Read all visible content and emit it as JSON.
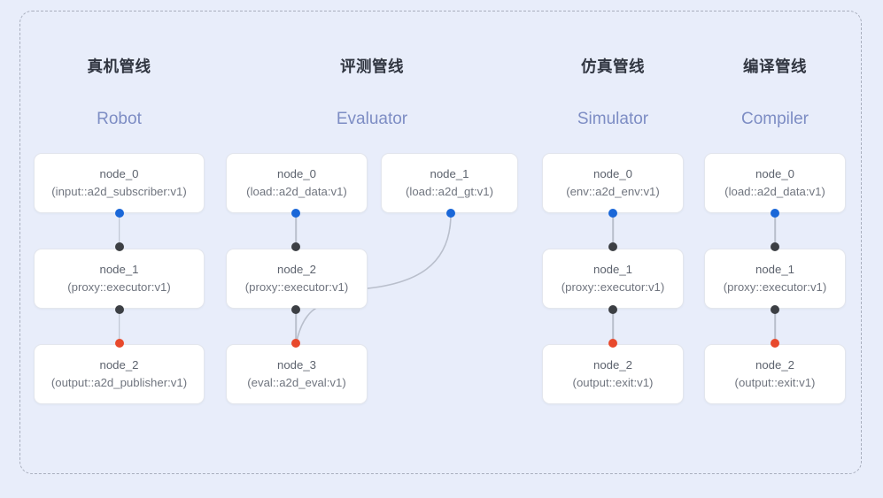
{
  "diagram": {
    "background_color": "#e8edfa",
    "frame_border_color": "#a9afbe",
    "node_fill": "#ffffff",
    "node_border": "#e3e6ed",
    "link_color": "#b9bfcc",
    "port_colors": {
      "input": "#1a67d8",
      "proxy": "#3c3f44",
      "output": "#e8492c"
    },
    "columns": [
      {
        "id": "robot",
        "title_cn": "真机管线",
        "title_en": "Robot",
        "nodes": [
          {
            "name": "node_0",
            "spec": "(input::a2d_subscriber:v1)"
          },
          {
            "name": "node_1",
            "spec": "(proxy::executor:v1)"
          },
          {
            "name": "node_2",
            "spec": "(output::a2d_publisher:v1)"
          }
        ]
      },
      {
        "id": "evaluator",
        "title_cn": "评测管线",
        "title_en": "Evaluator",
        "nodes": [
          {
            "name": "node_0",
            "spec": "(load::a2d_data:v1)"
          },
          {
            "name": "node_1",
            "spec": "(load::a2d_gt:v1)"
          },
          {
            "name": "node_2",
            "spec": "(proxy::executor:v1)"
          },
          {
            "name": "node_3",
            "spec": "(eval::a2d_eval:v1)"
          }
        ]
      },
      {
        "id": "simulator",
        "title_cn": "仿真管线",
        "title_en": "Simulator",
        "nodes": [
          {
            "name": "node_0",
            "spec": "(env::a2d_env:v1)"
          },
          {
            "name": "node_1",
            "spec": "(proxy::executor:v1)"
          },
          {
            "name": "node_2",
            "spec": "(output::exit:v1)"
          }
        ]
      },
      {
        "id": "compiler",
        "title_cn": "编译管线",
        "title_en": "Compiler",
        "nodes": [
          {
            "name": "node_0",
            "spec": "(load::a2d_data:v1)"
          },
          {
            "name": "node_1",
            "spec": "(proxy::executor:v1)"
          },
          {
            "name": "node_2",
            "spec": "(output::exit:v1)"
          }
        ]
      }
    ]
  }
}
